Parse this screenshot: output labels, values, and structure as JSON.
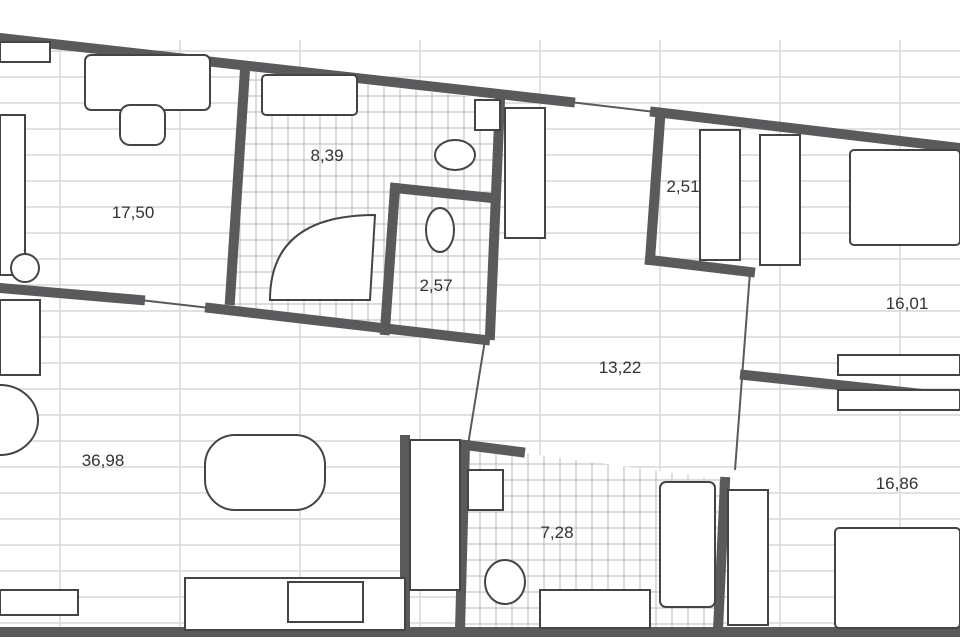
{
  "rooms": [
    {
      "id": "bedroom-left",
      "area": "17,50"
    },
    {
      "id": "bathroom-upper",
      "area": "8,39"
    },
    {
      "id": "toilet",
      "area": "2,57"
    },
    {
      "id": "closet",
      "area": "2,51"
    },
    {
      "id": "bedroom-right-upper",
      "area": "16,01"
    },
    {
      "id": "hallway",
      "area": "13,22"
    },
    {
      "id": "living-kitchen",
      "area": "36,98"
    },
    {
      "id": "bathroom-lower",
      "area": "7,28"
    },
    {
      "id": "bedroom-right-lower",
      "area": "16,86"
    }
  ],
  "colors": {
    "wall": "#5a5a5c",
    "line": "#c8c8c8",
    "furniture": "#444444"
  }
}
